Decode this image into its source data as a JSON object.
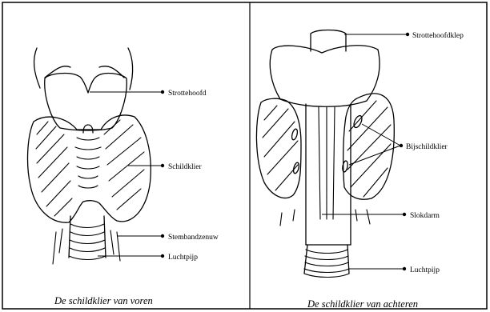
{
  "panels": [
    {
      "caption": "De schildklier van voren",
      "labels": {
        "larynx": "Strottehoofd",
        "thyroid": "Schildklier",
        "nerve": "Stembandzenuw",
        "trachea": "Luchtpijp"
      }
    },
    {
      "caption": "De schildklier van achteren",
      "labels": {
        "epiglottis": "Strottehoofdklep",
        "parathyroid": "Bijschildklier",
        "esophagus": "Slokdarm",
        "trachea": "Luchtpijp"
      }
    }
  ]
}
